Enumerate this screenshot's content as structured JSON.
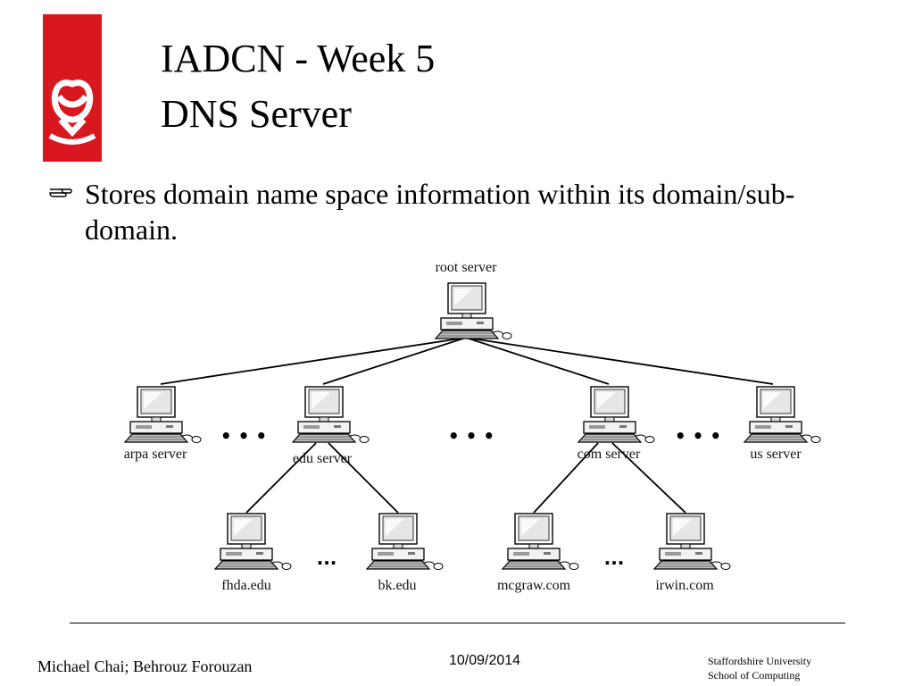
{
  "header": {
    "title_line1": "IADCN - Week 5",
    "title_line2": "DNS Server"
  },
  "logo": {
    "name": "staffordshire-knot-logo",
    "color": "#d9171e"
  },
  "bullet": {
    "icon": "pointing-hand-icon",
    "text": "Stores domain name space information within its domain/sub-domain."
  },
  "diagram": {
    "root": "root server",
    "level1": [
      "arpa server",
      "edu server",
      "com server",
      "us server"
    ],
    "level2": [
      "fhda.edu",
      "bk.edu",
      "mcgraw.com",
      "irwin.com"
    ],
    "ellipsis_small": "...",
    "ellipsis_large": "• • •"
  },
  "footer": {
    "authors": "Michael Chai; Behrouz Forouzan",
    "date": "10/09/2014",
    "institution_line1": "Staffordshire University",
    "institution_line2": "School of Computing"
  }
}
